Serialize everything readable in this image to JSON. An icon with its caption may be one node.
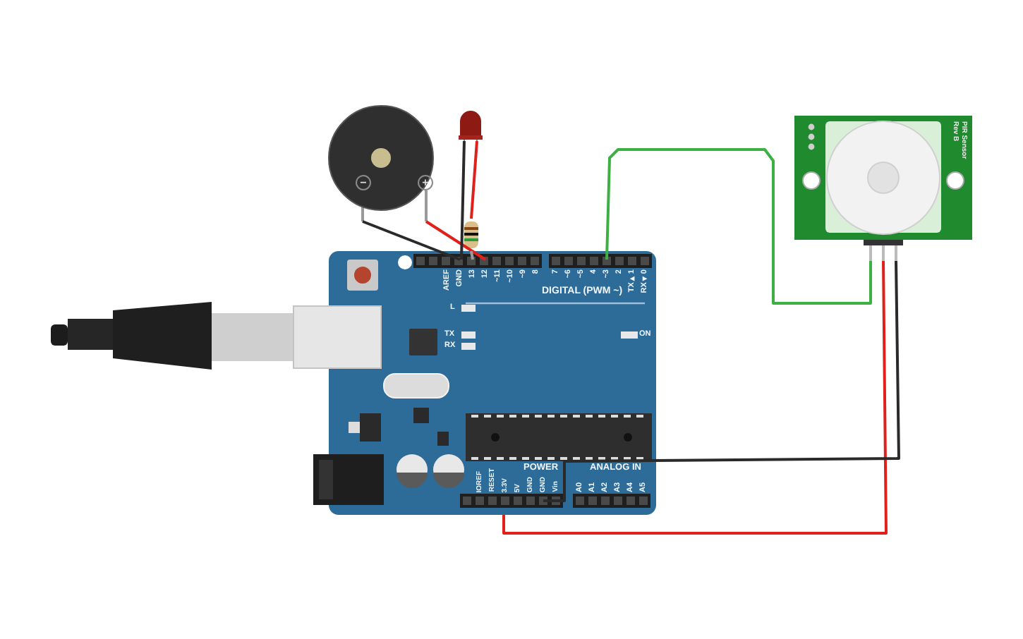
{
  "diagram": {
    "nodes": [
      {
        "text": [
          "−",
          "+"
        ]
      },
      {
        "text": [],
        "shape": "led"
      },
      {
        "text": [],
        "shape": "resistor"
      },
      {
        "text": [
          "PIR Sensor Rev B"
        ]
      },
      {
        "text": [],
        "shape": "board"
      }
    ],
    "edges": [
      {
        "from": 0,
        "to": 4,
        "arrow": "none"
      },
      {
        "from": 0,
        "to": 4,
        "arrow": "none",
        "color": "#e0201b"
      },
      {
        "from": 1,
        "to": 4,
        "arrow": "none"
      },
      {
        "from": 1,
        "to": 2,
        "arrow": "none",
        "color": "#e0201b"
      },
      {
        "from": 2,
        "to": 4,
        "arrow": "none",
        "color": "#9a9a9a"
      },
      {
        "from": 3,
        "to": 4,
        "arrow": "none",
        "color": "#3cb043"
      },
      {
        "from": 3,
        "to": 4,
        "arrow": "none",
        "color": "#e0201b"
      },
      {
        "from": 3,
        "to": 4,
        "arrow": "none"
      }
    ],
    "labels": [
      "AREF",
      "GND",
      "13",
      "12",
      "~11",
      "~10",
      "~9",
      "8",
      "7",
      "~6",
      "~5",
      "4",
      "~3",
      "2",
      "TX►1",
      "RX◄0",
      "DIGITAL (PWM ~)",
      "L",
      "TX",
      "RX",
      "ON",
      "POWER",
      "IOREF",
      "RESET",
      "3.3V",
      "5V",
      "GND",
      "GND",
      "Vin",
      "ANALOG IN",
      "A0",
      "A1",
      "A2",
      "A3",
      "A4",
      "A5"
    ]
  }
}
